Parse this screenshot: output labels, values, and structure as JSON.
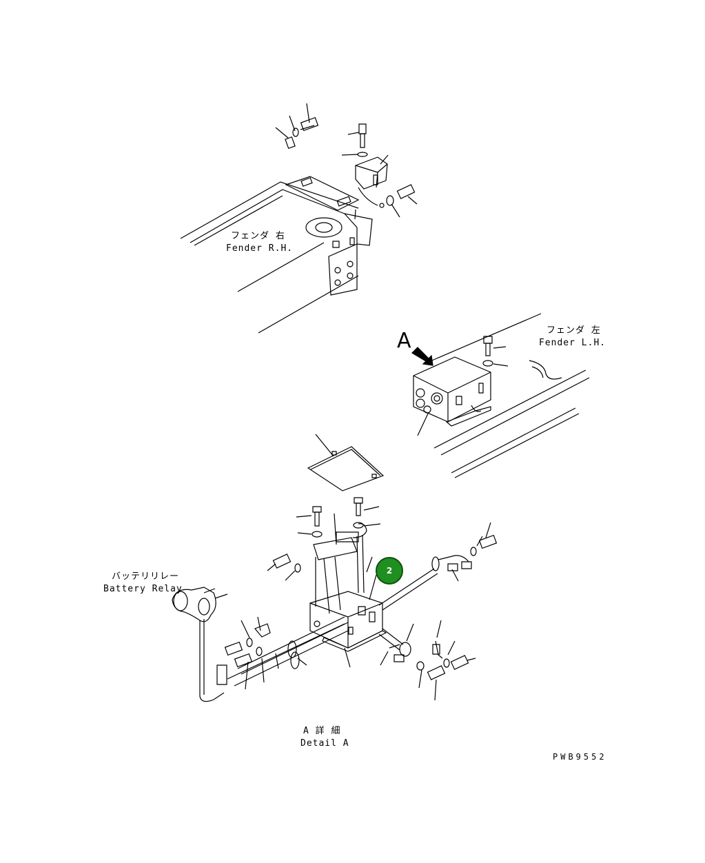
{
  "labels": {
    "fender_rh_jp": "フェンダ 右",
    "fender_rh_en": "Fender R.H.",
    "fender_lh_jp": "フェンダ 左",
    "fender_lh_en": "Fender L.H.",
    "view_letter": "A",
    "battery_relay_jp": "バッテリリレー",
    "battery_relay_en": "Battery Relay",
    "detail_jp": "A 詳 細",
    "detail_en": "Detail A",
    "drawing_code": "PWB9552"
  },
  "callout": {
    "number": "2",
    "color": "#1f8f1f"
  }
}
